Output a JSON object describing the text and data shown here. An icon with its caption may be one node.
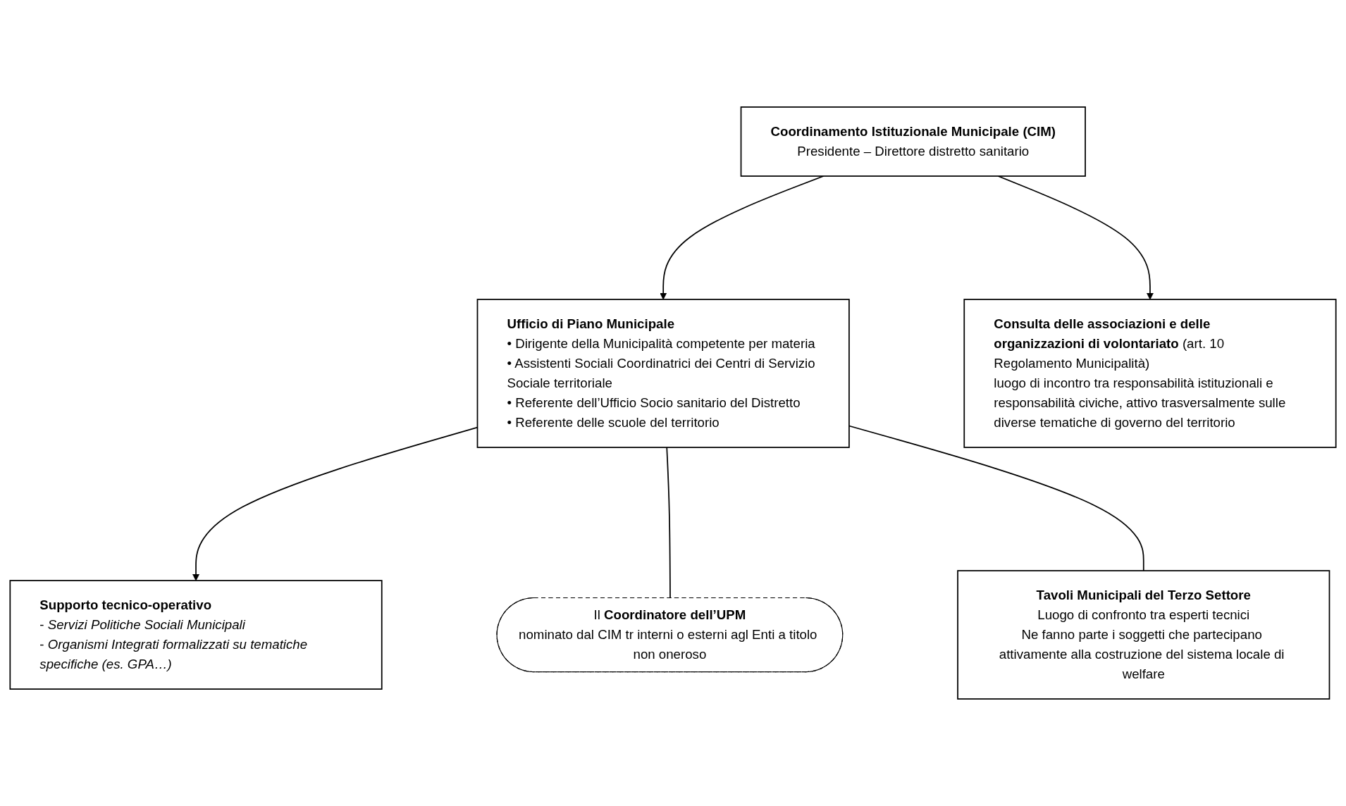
{
  "diagram": {
    "nodes": [
      {
        "text": [
          "**Coordinamento Istituzionale Municipale (CIM)**",
          "Presidente – Direttore distretto sanitario"
        ]
      },
      {
        "text": [
          "**Consulta delle associazioni e delle organizzazioni di volontariato** (art. 10 Regolamento Municipalità)",
          "luogo di incontro tra responsabilità istituzionali e responsabilità civiche, attivo trasversalmente sulle diverse tematiche di governo del territorio"
        ]
      },
      {
        "text": [
          "**Supporto tecnico-operativo**",
          "- *Servizi Politiche Sociali Municipali*",
          "- *Organismi Integrati formalizzati su tematiche specifiche (es. GPA…)*"
        ]
      },
      {
        "text": [
          "**Ufficio di Piano Municipale**",
          "• Dirigente della Municipalità competente per materia",
          "• Assistenti Sociali Coordinatrici dei Centri di Servizio Sociale territoriale",
          "• Referente dell’Ufficio Socio sanitario del Distretto",
          "• Referente delle scuole del territorio"
        ]
      },
      {
        "text": [
          "Il **Coordinatore dell’UPM**",
          "nominato dal CIM tr interni o esterni agl Enti a titolo non oneroso"
        ]
      },
      {
        "text": [
          "**Tavoli Municipali del Terzo Settore**",
          "Luogo di confronto tra esperti tecnici",
          "Ne fanno parte i soggetti che partecipano attivamente alla costruzione del sistema locale di welfare"
        ]
      }
    ],
    "edges": [
      {
        "from": 0,
        "to": 1,
        "arrow": "to"
      },
      {
        "from": 0,
        "to": 3,
        "arrow": "to"
      },
      {
        "from": 3,
        "to": 2,
        "arrow": "to"
      },
      {
        "from": 3,
        "to": 4,
        "arrow": "none"
      },
      {
        "from": 3,
        "to": 5,
        "arrow": "none"
      }
    ]
  }
}
